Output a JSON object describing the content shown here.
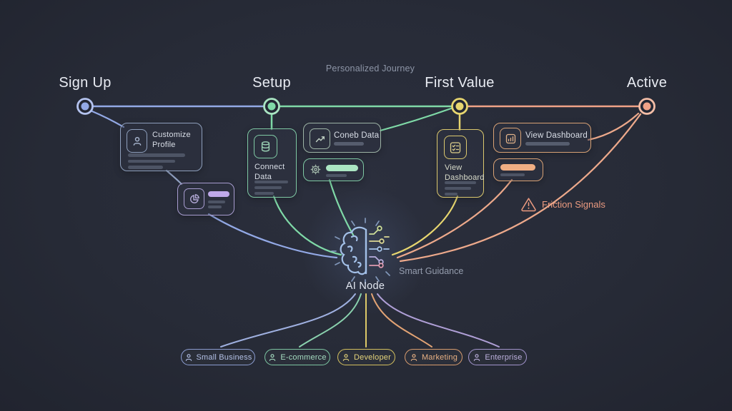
{
  "journey": {
    "subtitle": "Personalized Journey"
  },
  "stages": [
    {
      "label": "Sign Up",
      "color": "#93a9e6"
    },
    {
      "label": "Setup",
      "color": "#7fd9a7"
    },
    {
      "label": "First Value",
      "color": "#e7d66f"
    },
    {
      "label": "Active",
      "color": "#f0a287"
    }
  ],
  "cards": {
    "customize_profile": {
      "title": "Customize Profile",
      "icon": "user-icon"
    },
    "pie_widget": {
      "icon": "pie-chart-icon",
      "accent_color": "#bfa9ea"
    },
    "connect_data": {
      "title": "Connect Data",
      "icon": "database-icon"
    },
    "coneb_data": {
      "title": "Coneb Data",
      "icon": "trend-chart-icon"
    },
    "gear_widget": {
      "icon": "gear-icon",
      "accent_color": "#abe5c3"
    },
    "view_dashboard_vertical": {
      "title": "View Dashboard",
      "icon": "checklist-icon"
    },
    "view_dashboard_horizontal": {
      "title": "View Dashboard",
      "icon": "bar-chart-icon"
    },
    "active_widget": {
      "accent_color": "#f0ae83"
    }
  },
  "ai_node": {
    "label": "AI Node",
    "icon": "brain-circuit-icon"
  },
  "annotations": {
    "smart_guidance": "Smart Guidance",
    "friction_signals": "Friction Signals",
    "friction_color": "#ec9b80"
  },
  "segments": [
    {
      "label": "Small Business",
      "color": "#9fb0e0",
      "icon": "person-icon"
    },
    {
      "label": "E-commerce",
      "color": "#8ad2ae",
      "icon": "person-icon"
    },
    {
      "label": "Developer",
      "color": "#ddc968",
      "icon": "person-icon"
    },
    {
      "label": "Marketing",
      "color": "#e2a374",
      "icon": "person-icon"
    },
    {
      "label": "Enterprise",
      "color": "#af9fd6",
      "icon": "person-icon"
    }
  ]
}
